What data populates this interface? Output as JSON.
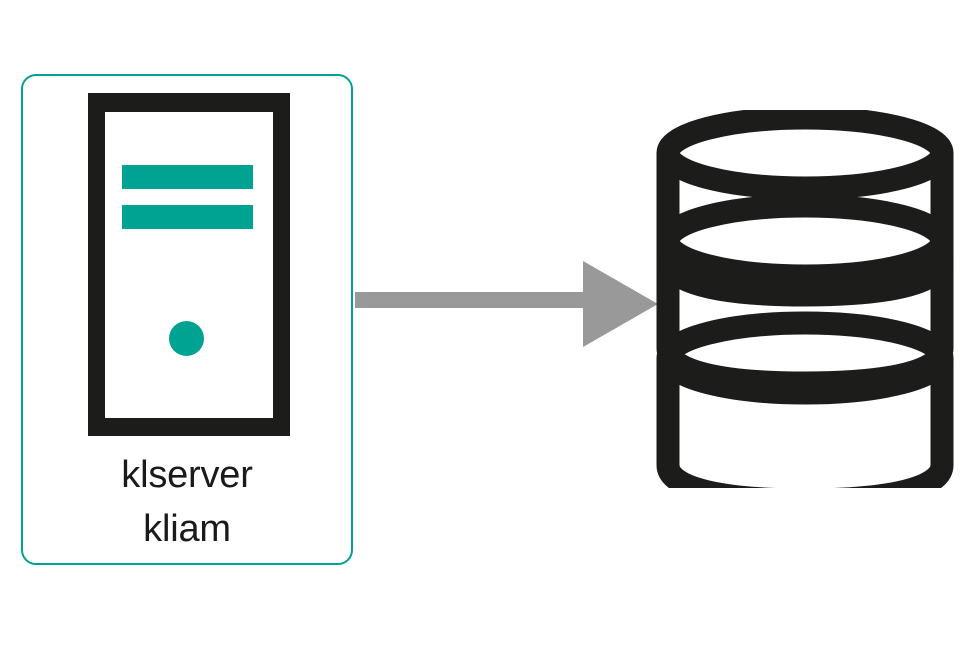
{
  "diagram": {
    "type": "architecture-diagram",
    "background_color": "#ffffff",
    "nodes": [
      {
        "id": "server-node",
        "icon": "server-tower-icon",
        "caption_lines": [
          "klserver",
          "kliam"
        ],
        "box_border_color": "#00a391",
        "icon_body_color": "#1c1c1a",
        "icon_accent_color": "#00a391"
      },
      {
        "id": "database-node",
        "icon": "database-cylinder-icon",
        "caption_lines": [],
        "icon_body_color": "#1c1c1a",
        "disc_count": 3
      }
    ],
    "connectors": [
      {
        "id": "server-to-database",
        "icon": "arrow-right-icon",
        "from": "server-node",
        "to": "database-node",
        "color": "#999999",
        "label": ""
      }
    ]
  },
  "server": {
    "caption": {
      "line1": "klserver",
      "line2": "kliam"
    },
    "icon_name": "server-tower-icon"
  },
  "database": {
    "icon_name": "database-cylinder-icon"
  },
  "arrow": {
    "icon_name": "arrow-right-icon"
  },
  "colors": {
    "teal": "#00a391",
    "black": "#1c1c1a",
    "gray": "#999999",
    "white": "#ffffff"
  }
}
